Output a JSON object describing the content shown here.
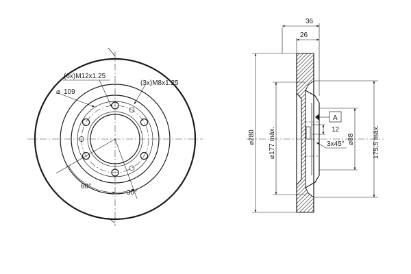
{
  "front_view": {
    "thread_6x": "(6x)M12x1.25",
    "thread_3x": "(3x)M8x1.25",
    "pcd": "109",
    "angle_60": "60°",
    "angle_30": "30°"
  },
  "section_view": {
    "thickness_total": "36",
    "thickness_hub": "26",
    "diameter_outer": "280",
    "diameter_177": "177 máx.",
    "datum": "A",
    "dim_12": "12",
    "diameter_88": "88",
    "chamfer": "3x45°",
    "height_175": "175,5 máx."
  },
  "symbols": {
    "diameter": "⌀"
  }
}
